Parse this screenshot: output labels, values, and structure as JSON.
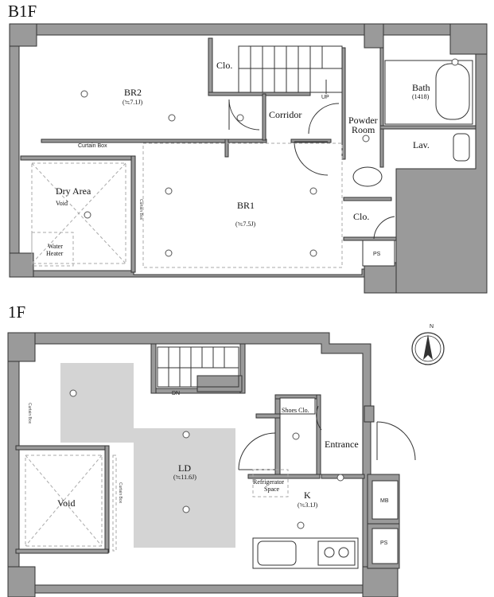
{
  "floors": {
    "b1": "B1F",
    "f1": "1F"
  },
  "north": "N",
  "b1_rooms": {
    "br2": "BR2",
    "br2_size": "(≒7.1J)",
    "clo_top": "Clo.",
    "corridor": "Corridor",
    "up": "UP",
    "bath": "Bath",
    "bath_size": "(1418)",
    "powder1": "Powder",
    "powder2": "Room",
    "lav": "Lav.",
    "curtain_box": "Curtain Box",
    "dry_area": "Dry Area",
    "void": "Void",
    "br1": "BR1",
    "br1_size": "(≒7.5J)",
    "clo_right": "Clo.",
    "water1": "Water",
    "water2": "Heater",
    "ps": "PS",
    "curtain_box_v": "Curtain Box"
  },
  "f1_rooms": {
    "dn": "DN",
    "shoes": "Shoes Clo.",
    "entrance": "Entrance",
    "curtain_box": "Curtain Box",
    "ld": "LD",
    "ld_size": "(≒11.6J)",
    "refrig1": "Refrigerator",
    "refrig2": "Space",
    "k": "K",
    "k_size": "(≒3.1J)",
    "void": "Void",
    "mb": "MB",
    "ps": "PS",
    "curtain_box_v": "Curtain Box"
  }
}
